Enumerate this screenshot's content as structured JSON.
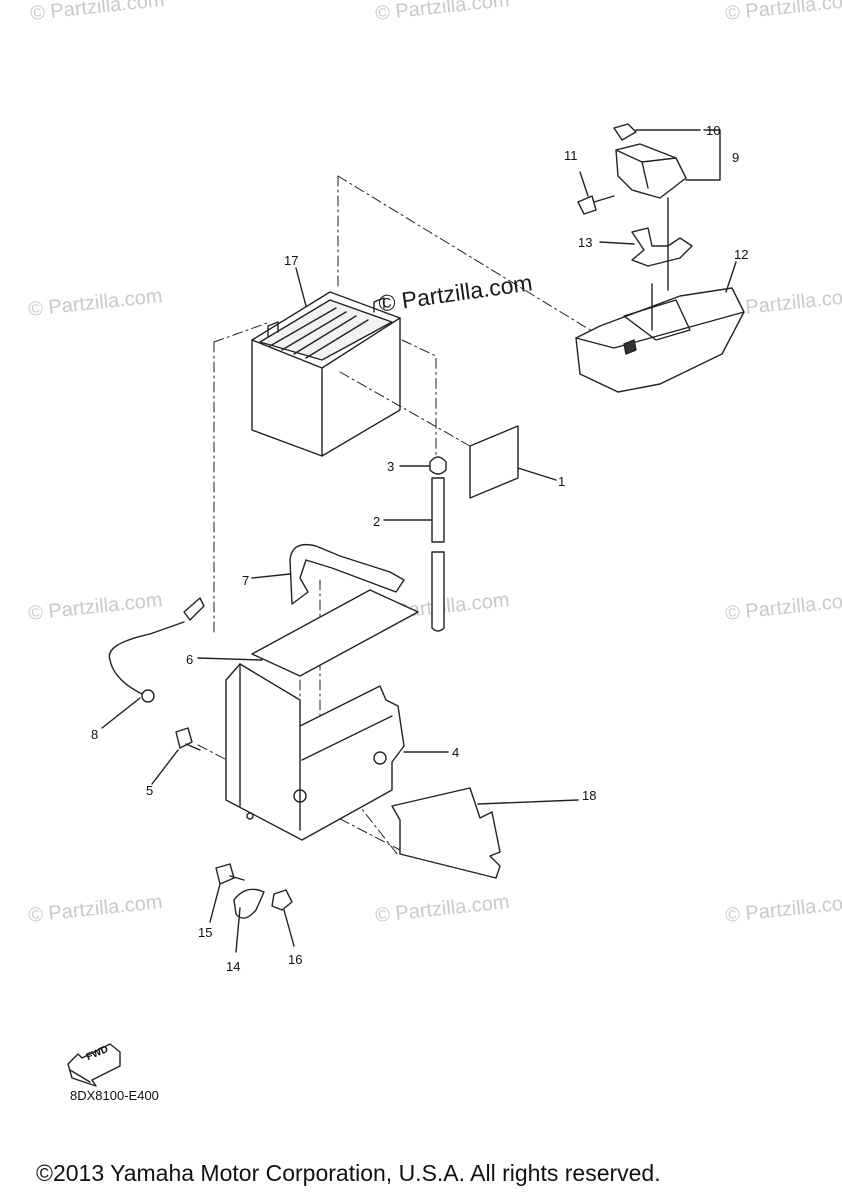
{
  "watermark": "© Partzilla.com",
  "watermark_main": "© Partzilla.com",
  "callouts": {
    "c1": "1",
    "c2": "2",
    "c3": "3",
    "c4": "4",
    "c5": "5",
    "c6": "6",
    "c7": "7",
    "c8": "8",
    "c9": "9",
    "c10": "10",
    "c11": "11",
    "c12": "12",
    "c13": "13",
    "c14": "14",
    "c15": "15",
    "c16": "16",
    "c17": "17",
    "c18": "18"
  },
  "fwd_label": "FWD",
  "diagram_code": "8DX8100-E400",
  "copyright": "©2013  Yamaha Motor Corporation, U.S.A. All rights reserved."
}
